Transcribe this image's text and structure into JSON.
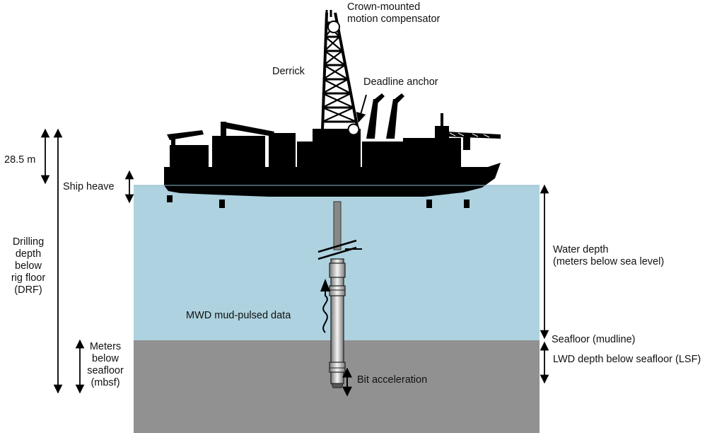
{
  "labels": {
    "crown_compensator": "Crown-mounted\nmotion compensator",
    "derrick": "Derrick",
    "deadline_anchor": "Deadline anchor",
    "rig_height": "28.5 m",
    "ship_heave": "Ship heave",
    "drilling_depth": "Drilling\ndepth\nbelow\nrig floor\n(DRF)",
    "meters_below_seafloor": "Meters\nbelow\nseafloor\n(mbsf)",
    "water_depth": "Water depth\n(meters below sea level)",
    "seafloor": "Seafloor (mudline)",
    "lwd_depth": "LWD depth below seafloor (LSF)",
    "mwd_data": "MWD mud-pulsed data",
    "bit_acceleration": "Bit acceleration"
  },
  "colors": {
    "water": "#aed2df",
    "seafloor": "#919191",
    "ship": "#000000",
    "text": "#111111"
  }
}
